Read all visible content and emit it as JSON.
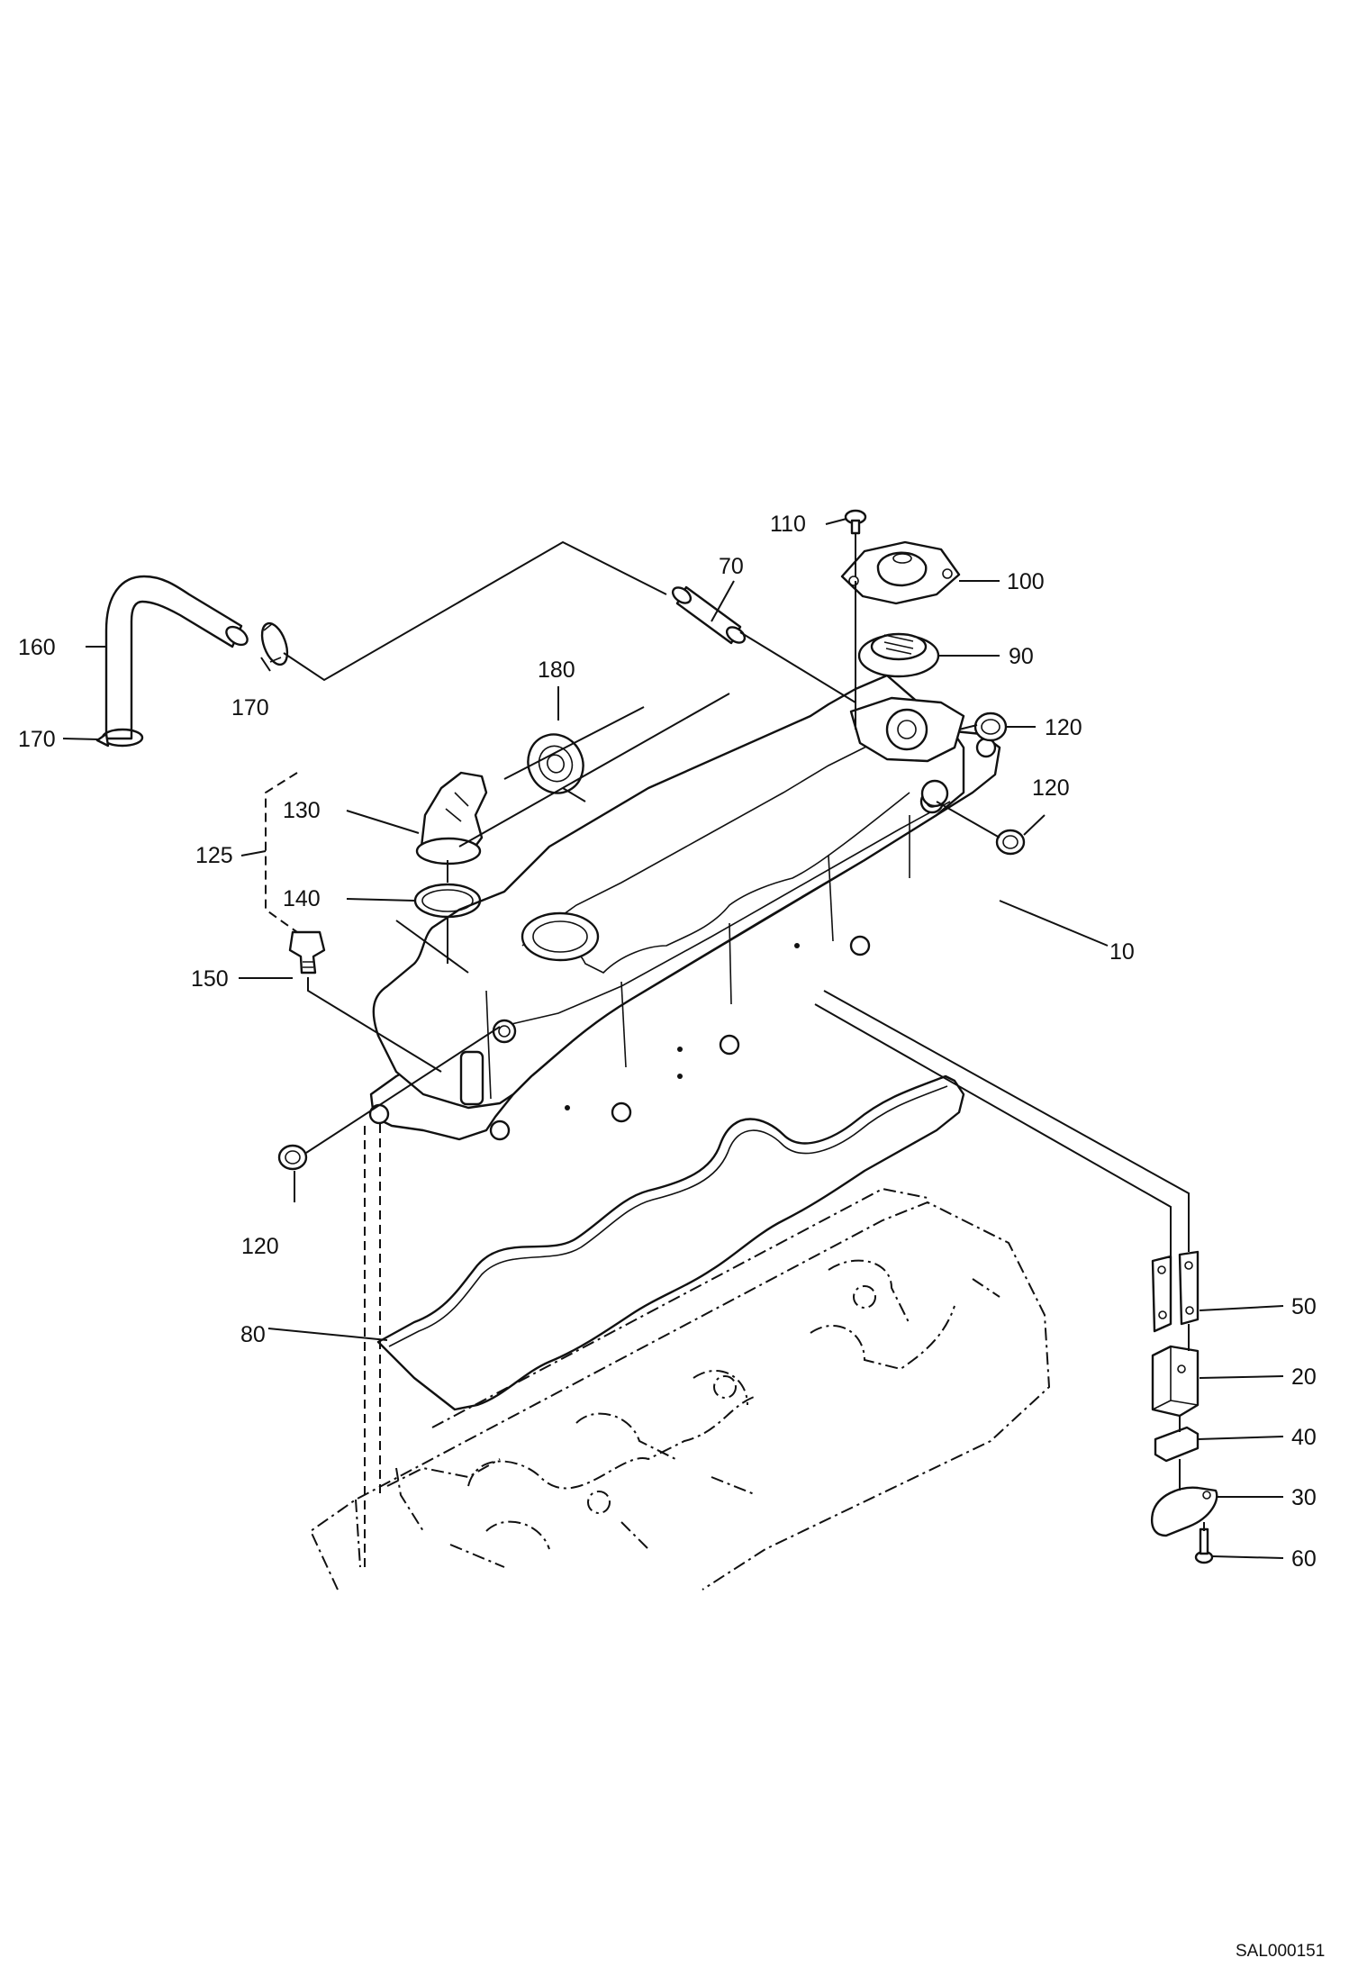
{
  "diagram": {
    "drawing_code": "SAL000151",
    "part_numbers": {
      "p10": "10",
      "p20": "20",
      "p30": "30",
      "p40": "40",
      "p50": "50",
      "p60": "60",
      "p70": "70",
      "p80": "80",
      "p90": "90",
      "p100": "100",
      "p110": "110",
      "p120": "120",
      "p125": "125",
      "p130": "130",
      "p140": "140",
      "p150": "150",
      "p160": "160",
      "p170": "170",
      "p180": "180"
    }
  }
}
